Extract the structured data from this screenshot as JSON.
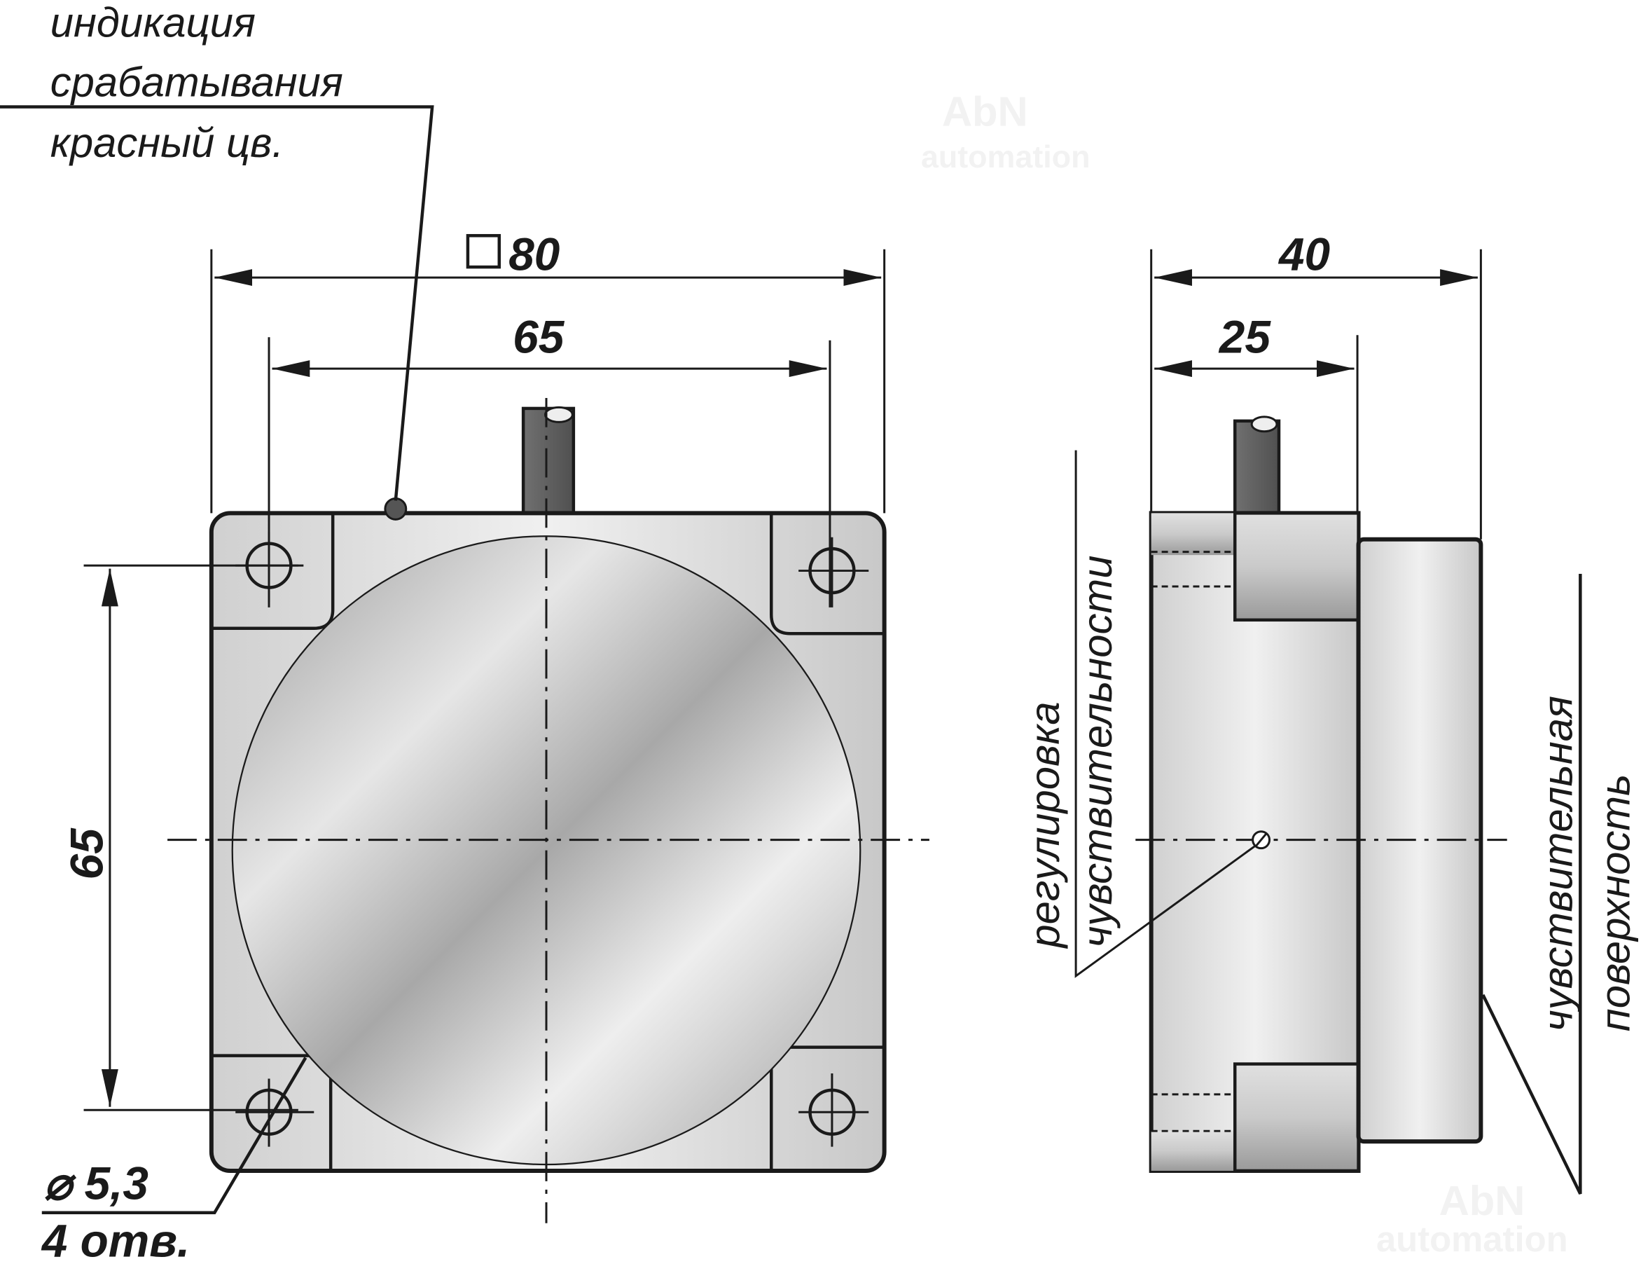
{
  "watermark": {
    "brand": "AbN",
    "sub": "automation"
  },
  "front_view": {
    "indicator_label": [
      "индикация",
      "срабатывания",
      "красный цв."
    ],
    "dim_square": "80",
    "dim_hole_spacing_h": "65",
    "dim_hole_spacing_v": "65",
    "hole_diameter": "⌀ 5,3",
    "hole_count": "4 отв."
  },
  "side_view": {
    "dim_total_depth": "40",
    "dim_body_depth": "25",
    "adjust_label": [
      "регулировка",
      "чувствительности"
    ],
    "surface_label": [
      "чувствительная",
      "поверхность"
    ]
  }
}
